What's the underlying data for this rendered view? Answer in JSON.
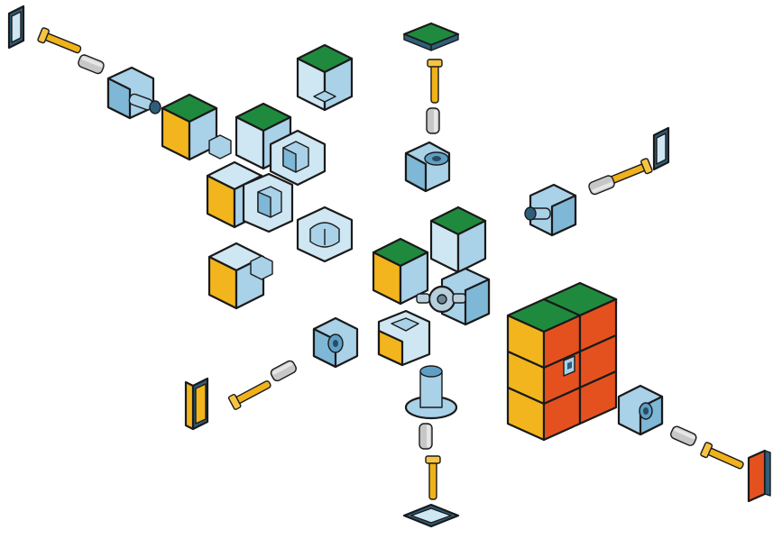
{
  "diagram": {
    "subject": "exploded-rubiks-cube",
    "labels": []
  },
  "colors": {
    "background": "#ffffff",
    "green": "#1f8a3e",
    "yellow": "#f2b51d",
    "red": "#e4511f",
    "plastic_light": "#cfe6f3",
    "plastic_mid": "#a9d1e8",
    "plastic_dark": "#7fb7d6",
    "screw": "#f0b21a",
    "spring": "#b9b9b9",
    "outline": "#1a1a1a"
  },
  "parts": [
    {
      "name": "square-center-cap-left",
      "icon": "cap-icon"
    },
    {
      "name": "screw-left",
      "icon": "screw-icon"
    },
    {
      "name": "spring-left",
      "icon": "spring-icon"
    },
    {
      "name": "center-piece-left",
      "icon": "center-piece-icon"
    },
    {
      "name": "corner-piece",
      "icon": "cube-icon"
    },
    {
      "name": "edge-piece",
      "icon": "cube-icon"
    },
    {
      "name": "core-spider",
      "icon": "core-icon"
    },
    {
      "name": "assembled-face",
      "icon": "face-icon"
    }
  ]
}
